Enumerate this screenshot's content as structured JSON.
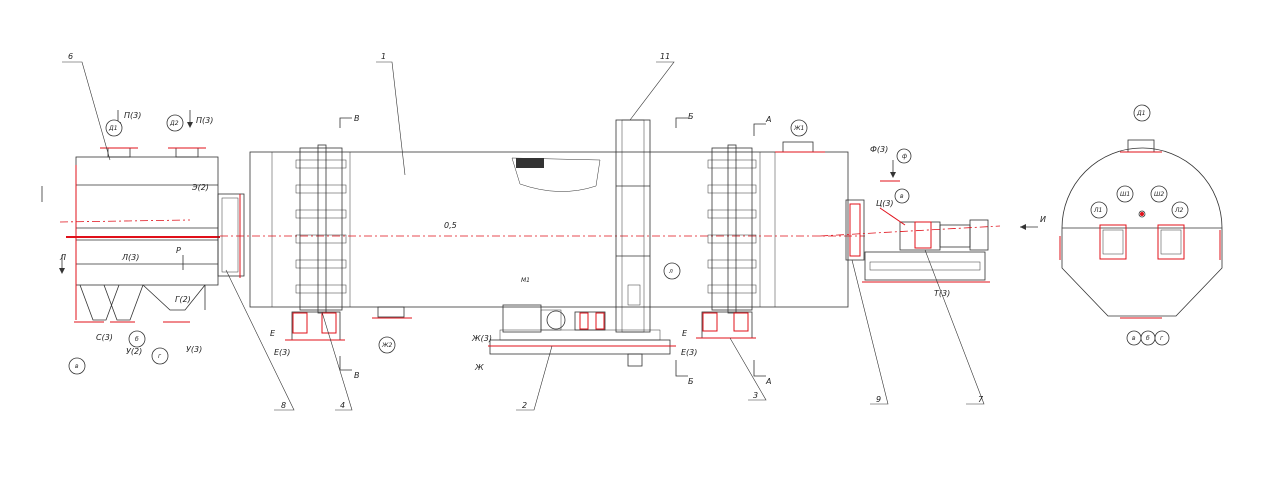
{
  "callouts": {
    "n1": "1",
    "n2": "2",
    "n3": "3",
    "n4": "4",
    "n6": "6",
    "n7": "7",
    "n8": "8",
    "n9": "9",
    "n11": "11"
  },
  "sections": {
    "v": "В",
    "b": "Б",
    "a": "А",
    "ye": "Е",
    "zh": "Ж",
    "i": "И"
  },
  "streams": {
    "p3": "П(3)",
    "e2": "Э(2)",
    "l3": "Л(3)",
    "l": "Л",
    "r": "Р",
    "f2": "Г(2)",
    "s3": "С(3)",
    "u2": "У(2)",
    "u3": "У(3)",
    "ye3": "Е(3)",
    "zh3": "Ж(3)",
    "f3": "Ф(3)",
    "ts3": "Ц(3)",
    "t3": "Т(3)"
  },
  "nozzles": {
    "d1": "Д1",
    "d2": "Д2",
    "zh1": "Ж1",
    "zh2": "Ж2",
    "m1": "М1",
    "sh1": "Ш1",
    "sh2": "Ш2",
    "l1": "Л1",
    "l2": "Л2",
    "v": "в",
    "b": "б",
    "g": "г",
    "f": "ф",
    "l": "л"
  },
  "slope": "0,5"
}
